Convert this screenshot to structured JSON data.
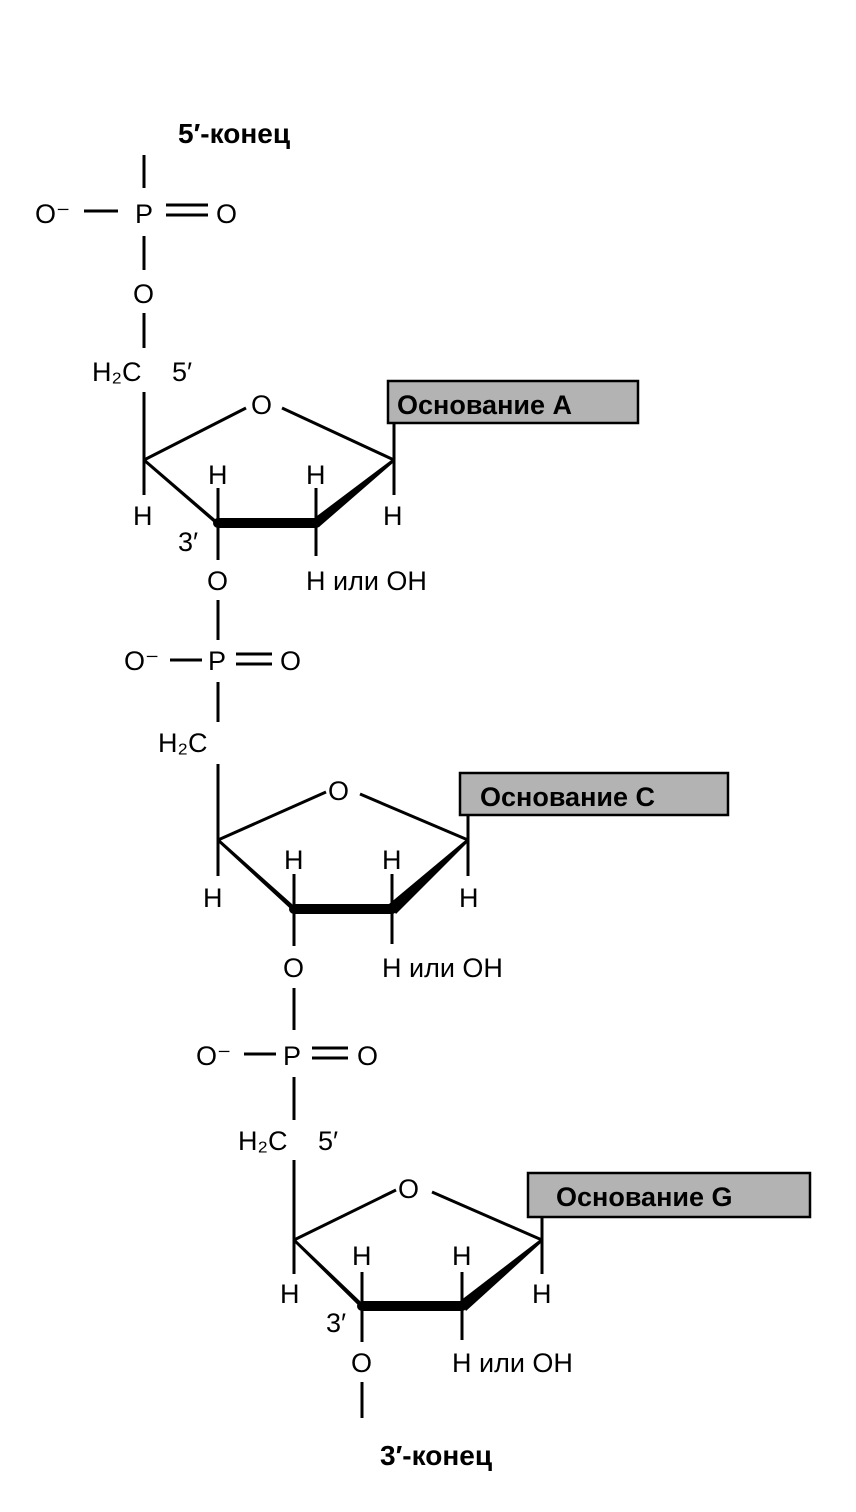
{
  "title_5_end": "5′-конец",
  "title_3_end": "3′-конец",
  "atoms": {
    "o_minus": "O⁻",
    "p": "P",
    "o": "O",
    "h": "H",
    "h2c": "H₂C",
    "h_or_oh": "H или OH",
    "prime5": "5′",
    "prime3": "3′"
  },
  "bases": [
    {
      "label": "Основание A"
    },
    {
      "label": "Основание C"
    },
    {
      "label": "Основание G"
    }
  ],
  "colors": {
    "base_box": "#b3b3b3",
    "ink": "#000000"
  }
}
